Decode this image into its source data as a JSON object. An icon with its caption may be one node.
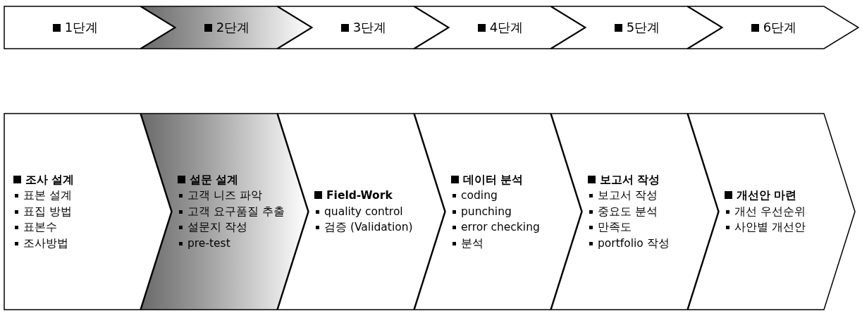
{
  "diagram": {
    "nodes": [
      {
        "text": [
          "1단계"
        ]
      },
      {
        "text": [
          "2단계"
        ]
      },
      {
        "text": [
          "3단계"
        ]
      },
      {
        "text": [
          "4단계"
        ]
      },
      {
        "text": [
          "5단계"
        ]
      },
      {
        "text": [
          "6단계"
        ]
      },
      {
        "text": [
          "조사 설계",
          "표본 설계",
          "표집 방법",
          "표본수",
          "조사방법"
        ]
      },
      {
        "text": [
          "설문 설계",
          "고객 니즈 파악",
          "고객 요구품질 추출",
          "설문지 작성",
          "pre-test"
        ]
      },
      {
        "text": [
          "Field-Work",
          "quality control",
          "검증 (Validation)"
        ]
      },
      {
        "text": [
          "데이터 분석",
          "coding",
          "punching",
          "error checking",
          "분석"
        ]
      },
      {
        "text": [
          "보고서 작성",
          "보고서 작성",
          "중요도 분석",
          "만족도",
          "portfolio 작성"
        ]
      },
      {
        "text": [
          "개선안 마련",
          "개선 우선순위",
          "사안별 개선안"
        ]
      }
    ],
    "edges": []
  }
}
